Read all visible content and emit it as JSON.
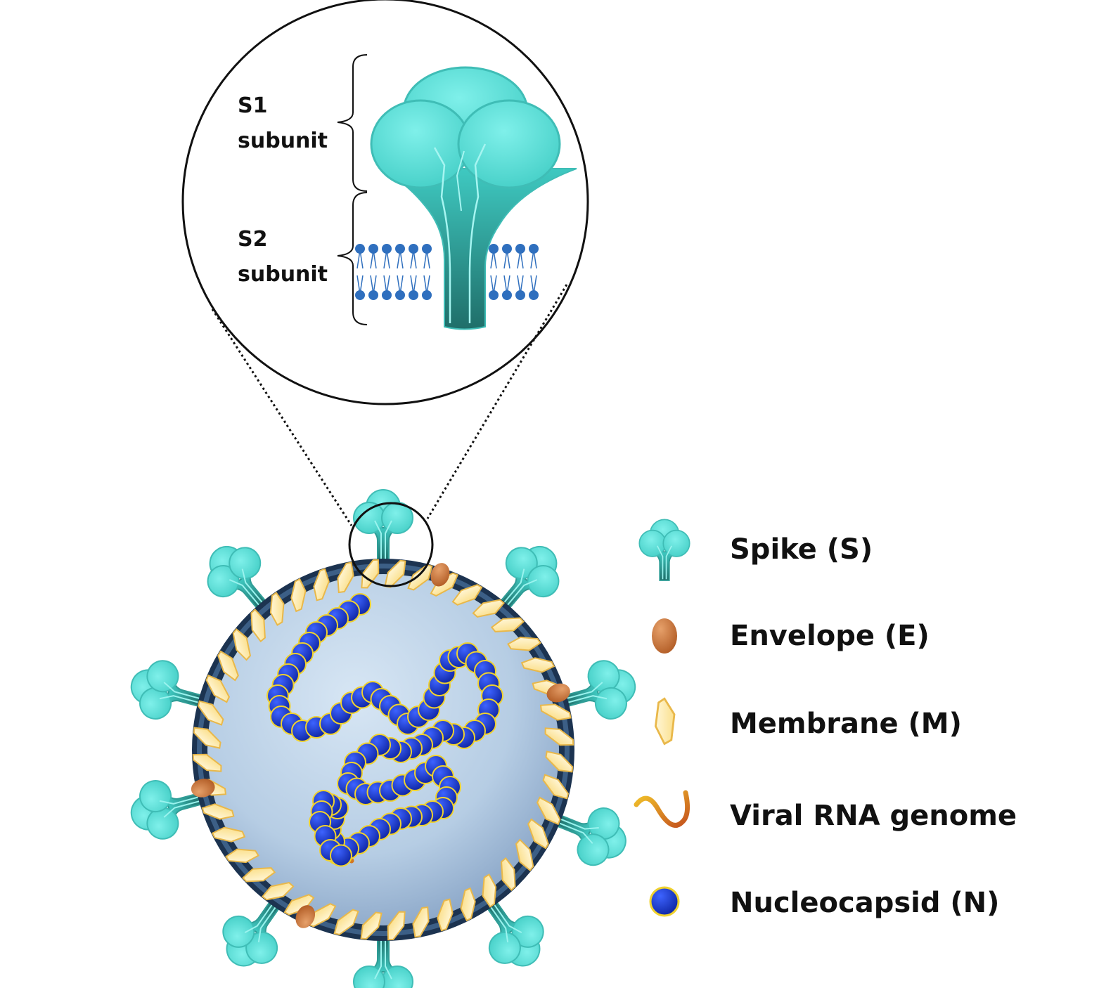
{
  "zoom": {
    "s1_line1": "S1",
    "s1_line2": "subunit",
    "s2_line1": "S2",
    "s2_line2": "subunit"
  },
  "legend": [
    {
      "key": "spike",
      "label": "Spike (S)",
      "icon": "spike-icon"
    },
    {
      "key": "envelope",
      "label": "Envelope (E)",
      "icon": "envelope-protein-icon"
    },
    {
      "key": "membrane",
      "label": "Membrane (M)",
      "icon": "membrane-protein-icon"
    },
    {
      "key": "rna",
      "label": "Viral RNA genome",
      "icon": "rna-strand-icon"
    },
    {
      "key": "nucleocapsid",
      "label": "Nucleocapsid (N)",
      "icon": "nucleocapsid-icon"
    }
  ],
  "colors": {
    "spike": "#5ee3dc",
    "spike_dark": "#2f9d96",
    "envelope": "#c8743a",
    "membrane": "#fde9a8",
    "membrane_outline": "#e9b84a",
    "rna_start": "#f0c02a",
    "rna_end": "#c4521e",
    "nucleocapsid": "#1f3fd6",
    "nucleocapsid_outline": "#f0d22e",
    "lipid_head": "#2f6fbe",
    "virion_fill": "#bcd3ea",
    "virion_ring": "#1c3350"
  }
}
